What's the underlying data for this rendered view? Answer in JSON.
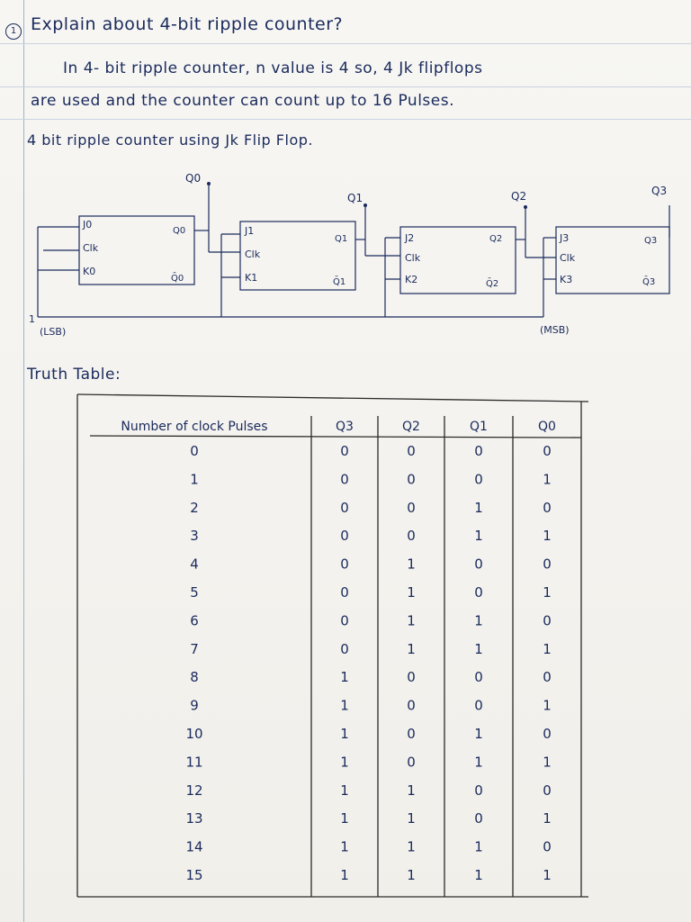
{
  "question": {
    "number": "1",
    "title": "Explain about 4-bit ripple counter?"
  },
  "body": {
    "line1": "In 4- bit ripple counter, n value is 4 so, 4 Jk flipflops",
    "line2": "are used and the counter can count up to 16 Pulses.",
    "heading": "4 bit ripple counter using Jk Flip Flop."
  },
  "diagram": {
    "outputs": [
      "Q0",
      "Q1",
      "Q2",
      "Q3"
    ],
    "flipflops": [
      {
        "j": "J0",
        "clk": "Clk",
        "k": "K0",
        "q": "Q0",
        "qbar": "Q̄0"
      },
      {
        "j": "J1",
        "clk": "Clk",
        "k": "K1",
        "q": "Q1",
        "qbar": "Q̄1"
      },
      {
        "j": "J2",
        "clk": "Clk",
        "k": "K2",
        "q": "Q2",
        "qbar": "Q̄2"
      },
      {
        "j": "J3",
        "clk": "Clk",
        "k": "K3",
        "q": "Q3",
        "qbar": "Q̄3"
      }
    ],
    "input_label": "1",
    "lsb_label": "(LSB)",
    "msb_label": "(MSB)"
  },
  "truth_table": {
    "title": "Truth Table:",
    "headers": [
      "Number of clock Pulses",
      "Q3",
      "Q2",
      "Q1",
      "Q0"
    ],
    "rows": [
      [
        "0",
        "0",
        "0",
        "0",
        "0"
      ],
      [
        "1",
        "0",
        "0",
        "0",
        "1"
      ],
      [
        "2",
        "0",
        "0",
        "1",
        "0"
      ],
      [
        "3",
        "0",
        "0",
        "1",
        "1"
      ],
      [
        "4",
        "0",
        "1",
        "0",
        "0"
      ],
      [
        "5",
        "0",
        "1",
        "0",
        "1"
      ],
      [
        "6",
        "0",
        "1",
        "1",
        "0"
      ],
      [
        "7",
        "0",
        "1",
        "1",
        "1"
      ],
      [
        "8",
        "1",
        "0",
        "0",
        "0"
      ],
      [
        "9",
        "1",
        "0",
        "0",
        "1"
      ],
      [
        "10",
        "1",
        "0",
        "1",
        "0"
      ],
      [
        "11",
        "1",
        "0",
        "1",
        "1"
      ],
      [
        "12",
        "1",
        "1",
        "0",
        "0"
      ],
      [
        "13",
        "1",
        "1",
        "0",
        "1"
      ],
      [
        "14",
        "1",
        "1",
        "1",
        "0"
      ],
      [
        "15",
        "1",
        "1",
        "1",
        "1"
      ]
    ]
  }
}
